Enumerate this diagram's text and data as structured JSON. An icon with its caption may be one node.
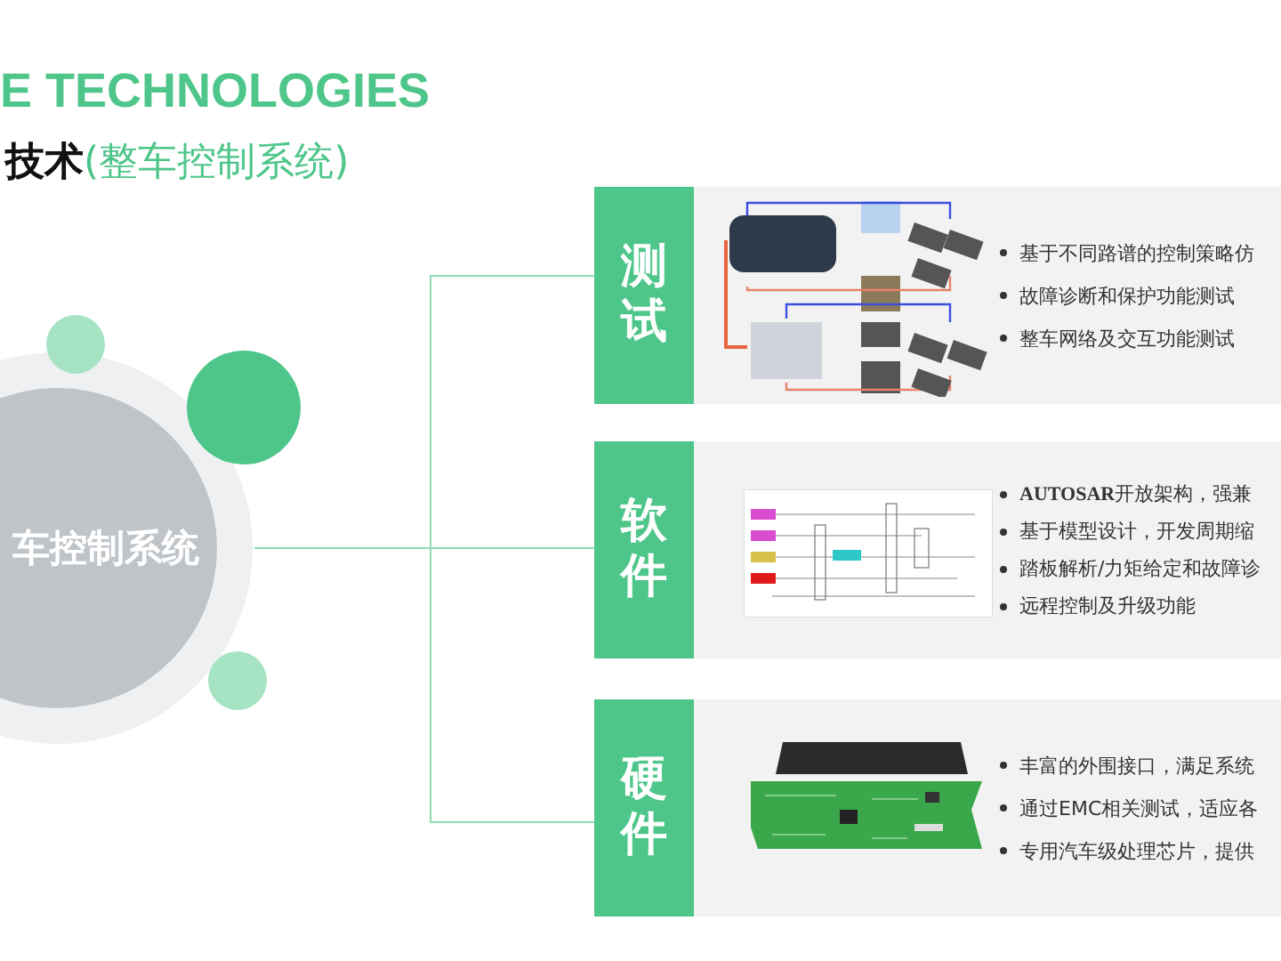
{
  "diagram": {
    "title": "E TECHNOLOGIES",
    "nodes": [
      {
        "text": [
          "车控制系统"
        ]
      },
      {
        "text": [
          "测试",
          "基于不同路谱的控制策略仿",
          "故障诊断和保护功能测试",
          "整车网络及交互功能测试"
        ]
      },
      {
        "text": [
          "软件",
          "**AUTOSAR**开放架构，强兼",
          "基于模型设计，开发周期缩",
          "踏板解析/力矩给定和故障诊",
          "远程控制及升级功能"
        ]
      },
      {
        "text": [
          "硬件",
          "丰富的外围接口，满足系统",
          "通过EMC相关测试，适应各",
          "专用汽车级处理芯片，提供"
        ]
      }
    ],
    "edges": [
      {
        "from": 0,
        "to": 1,
        "arrow": "none"
      },
      {
        "from": 0,
        "to": 2,
        "arrow": "none"
      },
      {
        "from": 0,
        "to": 3,
        "arrow": "none"
      }
    ],
    "labels": [
      "**技术**(整车控制系统)"
    ]
  }
}
